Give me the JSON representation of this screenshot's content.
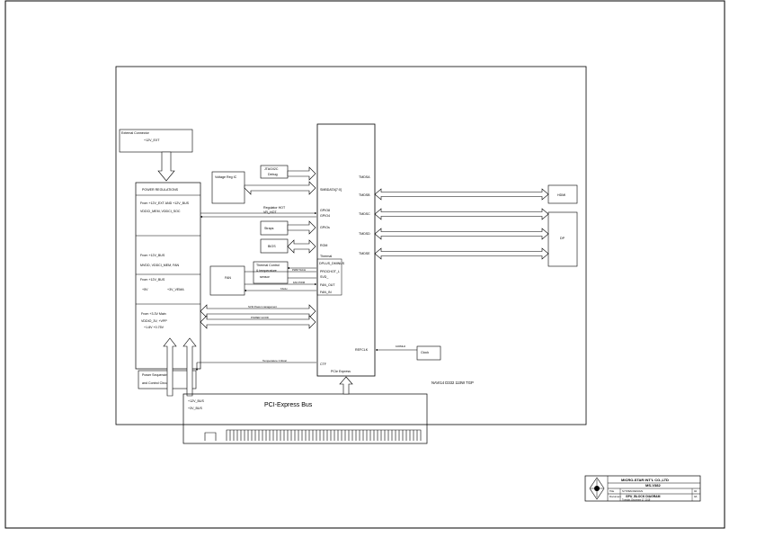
{
  "blocks": {
    "external_connector": {
      "title": "External Connector",
      "line1": "+12V_EXT"
    },
    "power_regulation": {
      "title": "POWER REGULATIONS",
      "line1": "From +12V_EXT AND +12V_BUS",
      "line2": "VDDCI_MEM, VDDCI_SOC"
    },
    "power_12v_a": {
      "line1": "From +12V_BUS",
      "line2": "MVDD, VDDCI_MEM, FAN"
    },
    "power_12v_b": {
      "line1": "From +12V_BUS",
      "line2": "+5V",
      "line3": "+3V_VEMA"
    },
    "power_33v": {
      "line1": "From +3.3V Main",
      "line2": "VDDIO_3V, +VPP",
      "line3": "+1.8V +0.75V"
    },
    "power_sequencing": {
      "line1": "Power Sequencing",
      "line2": "and Control Circuit"
    },
    "voltage_reg": {
      "title": "Voltage Reg IC"
    },
    "jtag": {
      "line1": "JTAG/I2C",
      "line2": "Debug"
    },
    "straps": {
      "title": "Straps"
    },
    "bios": {
      "title": "BIOS"
    },
    "temp_sensor": {
      "line1": "Thermal Control",
      "line2": "& temperature",
      "line3": "sensor"
    },
    "fan": {
      "title": "FAN"
    },
    "clock": {
      "title": "Clock"
    },
    "hdmi": {
      "title": "HDMI"
    },
    "dp": {
      "title": "DP"
    },
    "pcie_bus": {
      "title": "PCI-Express Bus",
      "pin1": "+12V_BUS",
      "pin2": "+3V_BUS"
    }
  },
  "gpu_pins": {
    "smbus": "SMBDATA[7:0]",
    "gpio8": "GPIO8",
    "gpio4": "GPIO4",
    "gpios": "GPIOs",
    "rom": "ROM",
    "thermal": "Thermal",
    "dplus": "DPLUS_DMINUS",
    "prochot": "PROCHOT_L",
    "svd": "SVD_",
    "fan_out": "FAN_OUT",
    "fan_in": "FAN_IN",
    "refclk": "REFCLK",
    "ctf": "CTF",
    "pcie": "PCIe Express",
    "tmdsa": "TMDSA",
    "tmdsb": "TMDSB",
    "tmdsc": "TMDSC",
    "tmdsd": "TMDSD",
    "tmdse": "TMDSE"
  },
  "labels": {
    "regulator_hot": "Regulator HOT",
    "vr_hot": "VR_HOT",
    "pwm_tach": "PWM TACH",
    "fan_pwm": "FAN PWM",
    "tach": "TACH",
    "svi2_bus": "SVI2 Power management",
    "power_good": "POWER GOOD",
    "ref_clock": "100MHz",
    "temp_critical": "Temperature Critical",
    "gpu_name": "NAVI14 D332 110W TGP"
  },
  "title_block": {
    "company": "MICRO-STAR INT'L CO.,LTD",
    "model": "MS-V382",
    "row1_label": "Title",
    "row1_value": "SYSTEM DESIGN",
    "row2_label": "Document",
    "row2_value": "GPU_BLOCK DIAGRAM",
    "rev": "0A",
    "date": "Tuesday, December 17, 2019",
    "sheet": "02"
  }
}
